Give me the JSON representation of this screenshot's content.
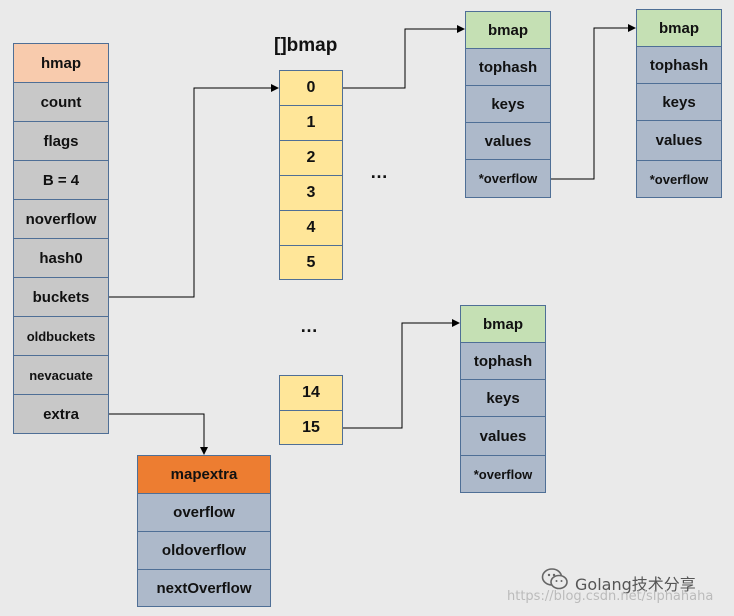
{
  "hmap": {
    "title": "hmap",
    "fields": [
      "count",
      "flags",
      "B = 4",
      "noverflow",
      "hash0",
      "buckets",
      "oldbuckets",
      "nevacuate",
      "extra"
    ]
  },
  "bucket_array": {
    "title": "[]bmap",
    "top_indices": [
      "0",
      "1",
      "2",
      "3",
      "4",
      "5"
    ],
    "gap_ellipsis": "…",
    "bottom_indices": [
      "14",
      "15"
    ],
    "side_ellipsis": "…"
  },
  "bmap_first": {
    "title": "bmap",
    "fields": [
      "tophash",
      "keys",
      "values",
      "*overflow"
    ]
  },
  "bmap_overflow": {
    "title": "bmap",
    "fields": [
      "tophash",
      "keys",
      "values",
      "*overflow"
    ]
  },
  "bmap_last": {
    "title": "bmap",
    "fields": [
      "tophash",
      "keys",
      "values",
      "*overflow"
    ]
  },
  "mapextra": {
    "title": "mapextra",
    "fields": [
      "overflow",
      "oldoverflow",
      "nextOverflow"
    ]
  },
  "watermark": {
    "brand": "Golang技术分享",
    "url": "https://blog.csdn.net/slphahaha"
  },
  "colors": {
    "hmap_header": "#f8cbad",
    "hmap_fields": "#c8c8c8",
    "mapextra_header": "#ed7d31",
    "struct_fields": "#adb9ca",
    "bmap_header": "#c5e0b4",
    "bucket_cells": "#ffe699",
    "border": "#4f6f96"
  }
}
